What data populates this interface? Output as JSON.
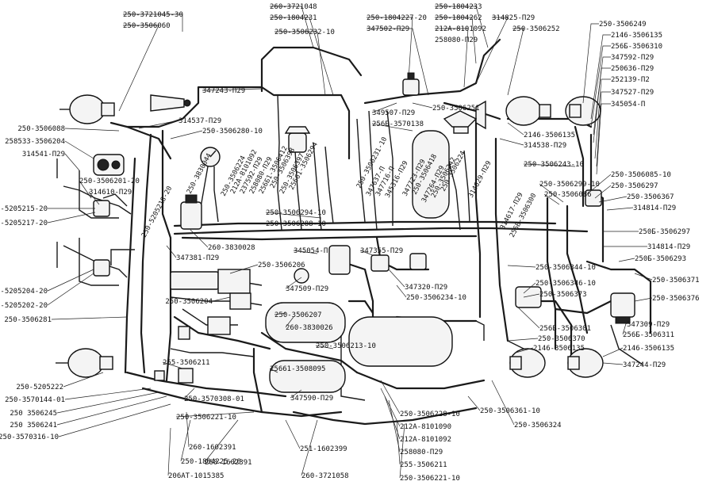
{
  "labels": [
    {
      "id": "l01",
      "text": "250-3721045-30"
    },
    {
      "id": "l02",
      "text": "250-3506060"
    },
    {
      "id": "l03",
      "text": "260-3721048"
    },
    {
      "id": "l04",
      "text": "250-1804231"
    },
    {
      "id": "l05",
      "text": "250-1804227-20"
    },
    {
      "id": "l06",
      "text": "250-1804233"
    },
    {
      "id": "l07",
      "text": "250-1804262"
    },
    {
      "id": "l08",
      "text": "212А-8101092"
    },
    {
      "id": "l09",
      "text": "314825-П29"
    },
    {
      "id": "l10",
      "text": "258080-П29"
    },
    {
      "id": "l11",
      "text": "250-3506252"
    },
    {
      "id": "l12",
      "text": "250-3506232-10"
    },
    {
      "id": "l13",
      "text": "347502-П29"
    },
    {
      "id": "l14",
      "text": "250-3506249"
    },
    {
      "id": "l15",
      "text": "2146-3506135"
    },
    {
      "id": "l16",
      "text": "256Б-3506310"
    },
    {
      "id": "l17",
      "text": "347592-П29"
    },
    {
      "id": "l18",
      "text": "250636-П29"
    },
    {
      "id": "l19",
      "text": "252139-П2"
    },
    {
      "id": "l20",
      "text": "347527-П29"
    },
    {
      "id": "l21",
      "text": "345054-П"
    },
    {
      "id": "l22",
      "text": "347243-П29"
    },
    {
      "id": "l23",
      "text": "314537-П29"
    },
    {
      "id": "l24",
      "text": "250-3506280-10"
    },
    {
      "id": "l25",
      "text": "250-3506251"
    },
    {
      "id": "l26",
      "text": "349507-П29"
    },
    {
      "id": "l27",
      "text": "256Б-3570138"
    },
    {
      "id": "l28",
      "text": "2146-3506135"
    },
    {
      "id": "l29",
      "text": "314538-П29"
    },
    {
      "id": "l30",
      "text": "250-3506088"
    },
    {
      "id": "l31",
      "text": "258533-3506204"
    },
    {
      "id": "l32",
      "text": "314541-П29"
    },
    {
      "id": "l33",
      "text": "250-3506243-10"
    },
    {
      "id": "l34",
      "text": "250-3506085-10"
    },
    {
      "id": "l35",
      "text": "250-3506201-20"
    },
    {
      "id": "l36",
      "text": "314610-П29"
    },
    {
      "id": "l37",
      "text": "250-3506299-10"
    },
    {
      "id": "l38",
      "text": "250-3506086"
    },
    {
      "id": "l39",
      "text": "250-3506297"
    },
    {
      "id": "l40",
      "text": "250-3506367"
    },
    {
      "id": "l41",
      "text": "250-5205215-20"
    },
    {
      "id": "l42",
      "text": "250-5205217-20"
    },
    {
      "id": "l43",
      "text": "250-3506294-10"
    },
    {
      "id": "l44",
      "text": "250-3506288-10"
    },
    {
      "id": "l45",
      "text": "314814-П29"
    },
    {
      "id": "l46",
      "text": "250Б-3506297"
    },
    {
      "id": "l47",
      "text": "314814-П29"
    },
    {
      "id": "l48",
      "text": "260-3830028"
    },
    {
      "id": "l49",
      "text": "347381-П29"
    },
    {
      "id": "l50",
      "text": "345054-П"
    },
    {
      "id": "l51",
      "text": "347355-П29"
    },
    {
      "id": "l52",
      "text": "250Б-3506293"
    },
    {
      "id": "l53",
      "text": "250-3506206"
    },
    {
      "id": "l54",
      "text": "250-3506344-10"
    },
    {
      "id": "l55",
      "text": "250-3506371"
    },
    {
      "id": "l56",
      "text": "250-5205204-20"
    },
    {
      "id": "l57",
      "text": "250-5205202-20"
    },
    {
      "id": "l58",
      "text": "347509-П29"
    },
    {
      "id": "l59",
      "text": "347320-П29"
    },
    {
      "id": "l60",
      "text": "250-3506346-10"
    },
    {
      "id": "l61",
      "text": "250-3506373"
    },
    {
      "id": "l62",
      "text": "250-3506376"
    },
    {
      "id": "l63",
      "text": "250-3506204"
    },
    {
      "id": "l64",
      "text": "250-3506207"
    },
    {
      "id": "l65",
      "text": "250-3506234-10"
    },
    {
      "id": "l66",
      "text": "250-3506281"
    },
    {
      "id": "l67",
      "text": "260-3830026"
    },
    {
      "id": "l68",
      "text": "347309-П29"
    },
    {
      "id": "l69",
      "text": "256Б-3506301"
    },
    {
      "id": "l70",
      "text": "256Б-3506311"
    },
    {
      "id": "l71",
      "text": "250-3506370"
    },
    {
      "id": "l72",
      "text": "250-3506213-10"
    },
    {
      "id": "l73",
      "text": "2146-3506135"
    },
    {
      "id": "l74",
      "text": "2146-3506135"
    },
    {
      "id": "l75",
      "text": "255-3506211"
    },
    {
      "id": "l76",
      "text": "25661-3508095"
    },
    {
      "id": "l77",
      "text": "347244-П29"
    },
    {
      "id": "l78",
      "text": "250-5205222"
    },
    {
      "id": "l79",
      "text": "250-3570144-01"
    },
    {
      "id": "l80",
      "text": "250-3570308-01"
    },
    {
      "id": "l81",
      "text": "347590-П29"
    },
    {
      "id": "l82",
      "text": "250 3506245"
    },
    {
      "id": "l83",
      "text": "250 3506241"
    },
    {
      "id": "l84",
      "text": "250-3506221-10"
    },
    {
      "id": "l85",
      "text": "250-3506228-10"
    },
    {
      "id": "l86",
      "text": "250-3506361-10"
    },
    {
      "id": "l87",
      "text": "250-3570316-10"
    },
    {
      "id": "l88",
      "text": "212А-8101090"
    },
    {
      "id": "l89",
      "text": "250-3506324"
    },
    {
      "id": "l90",
      "text": "212А-8101092"
    },
    {
      "id": "l91",
      "text": "260-1602391"
    },
    {
      "id": "l92",
      "text": "258080-П29"
    },
    {
      "id": "l93",
      "text": "250-1804225-20"
    },
    {
      "id": "l94",
      "text": "251-1602399"
    },
    {
      "id": "l95",
      "text": "260-1602391"
    },
    {
      "id": "l96",
      "text": "255-3506211"
    },
    {
      "id": "l97",
      "text": "206АТ-1015385"
    },
    {
      "id": "l98",
      "text": "260-3721058"
    },
    {
      "id": "l99",
      "text": "250-3506221-10"
    }
  ],
  "vertical_labels": [
    {
      "id": "v01",
      "text": "250-3830044"
    },
    {
      "id": "v02",
      "text": "250-3506224"
    },
    {
      "id": "v03",
      "text": "212А-8101092"
    },
    {
      "id": "v04",
      "text": "237592-П29"
    },
    {
      "id": "v05",
      "text": "258080-П29"
    },
    {
      "id": "v06",
      "text": "256Б1-3506412"
    },
    {
      "id": "v07",
      "text": "250-3506398"
    },
    {
      "id": "v08",
      "text": "250-3506397"
    },
    {
      "id": "v09",
      "text": "25661-3506294"
    },
    {
      "id": "v10",
      "text": "250-3506231-10"
    },
    {
      "id": "v11",
      "text": "347637-П"
    },
    {
      "id": "v12",
      "text": "347716-П"
    },
    {
      "id": "v13",
      "text": "345316-П29"
    },
    {
      "id": "v14",
      "text": "347723-П29"
    },
    {
      "id": "v15",
      "text": "250-3506418"
    },
    {
      "id": "v16",
      "text": "347264-П29"
    },
    {
      "id": "v17",
      "text": "250-3506242"
    },
    {
      "id": "v18",
      "text": "250-3506224"
    },
    {
      "id": "v19",
      "text": "314629-П29"
    },
    {
      "id": "v20",
      "text": "314617-П29"
    },
    {
      "id": "v21",
      "text": "256Б-3506300"
    },
    {
      "id": "v22",
      "text": "250-5205218-20"
    }
  ]
}
